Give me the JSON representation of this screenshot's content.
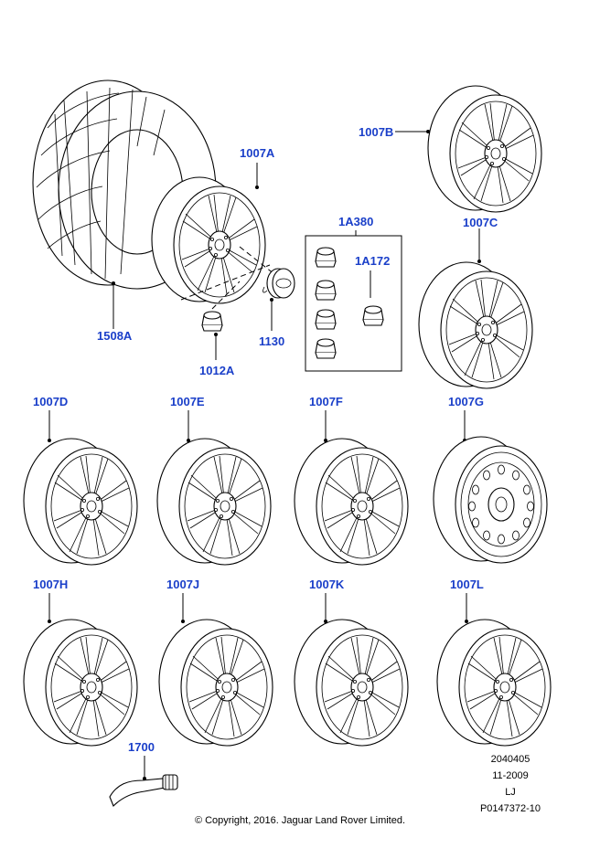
{
  "labels": {
    "tyre": "1508A",
    "wheel_a": "1007A",
    "wheel_b": "1007B",
    "wheel_c": "1007C",
    "wheel_d": "1007D",
    "wheel_e": "1007E",
    "wheel_f": "1007F",
    "wheel_g": "1007G",
    "wheel_h": "1007H",
    "wheel_j": "1007J",
    "wheel_k": "1007K",
    "wheel_l": "1007L",
    "nut_kit": "1A380",
    "locking_nut": "1A172",
    "centre_cap": "1130",
    "wheel_nut": "1012A",
    "valve": "1700"
  },
  "reference": {
    "code": "2040405",
    "date": "11-2009",
    "initials": "LJ",
    "part_ref": "P0147372-10"
  },
  "copyright": "© Copyright, 2016. Jaguar Land Rover Limited."
}
